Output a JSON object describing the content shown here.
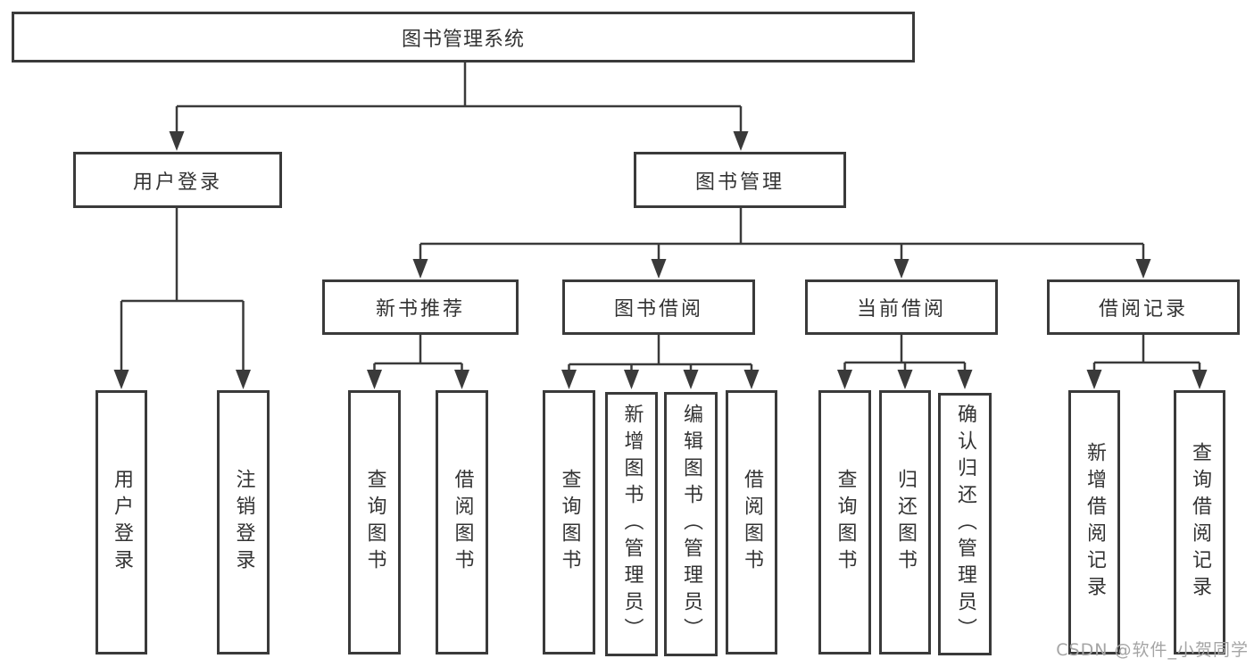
{
  "diagram": {
    "type": "hierarchy-tree",
    "root": {
      "label": "图书管理系统"
    },
    "level2": {
      "user_login": {
        "label": "用户登录"
      },
      "book_management": {
        "label": "图书管理"
      }
    },
    "level3": {
      "new_book_recommend": {
        "label": "新书推荐"
      },
      "book_borrow": {
        "label": "图书借阅"
      },
      "current_borrow": {
        "label": "当前借阅"
      },
      "borrow_record": {
        "label": "借阅记录"
      }
    },
    "leaves": {
      "user_login": [
        "用户登录",
        "注销登录"
      ],
      "new_book_recommend": [
        "查询图书",
        "借阅图书"
      ],
      "book_borrow": [
        "查询图书",
        "新增图书（管理员）",
        "编辑图书（管理员）",
        "借阅图书"
      ],
      "current_borrow": [
        "查询图书",
        "归还图书",
        "确认归还（管理员）"
      ],
      "borrow_record": [
        "新增借阅记录",
        "查询借阅记录"
      ]
    },
    "watermark": "CSDN @软件_小贺同学",
    "colors": {
      "line": "#3a3a3a",
      "box_border": "#3a3a3a",
      "text": "#333333",
      "watermark": "#a5a5a5",
      "background": "#ffffff"
    }
  }
}
